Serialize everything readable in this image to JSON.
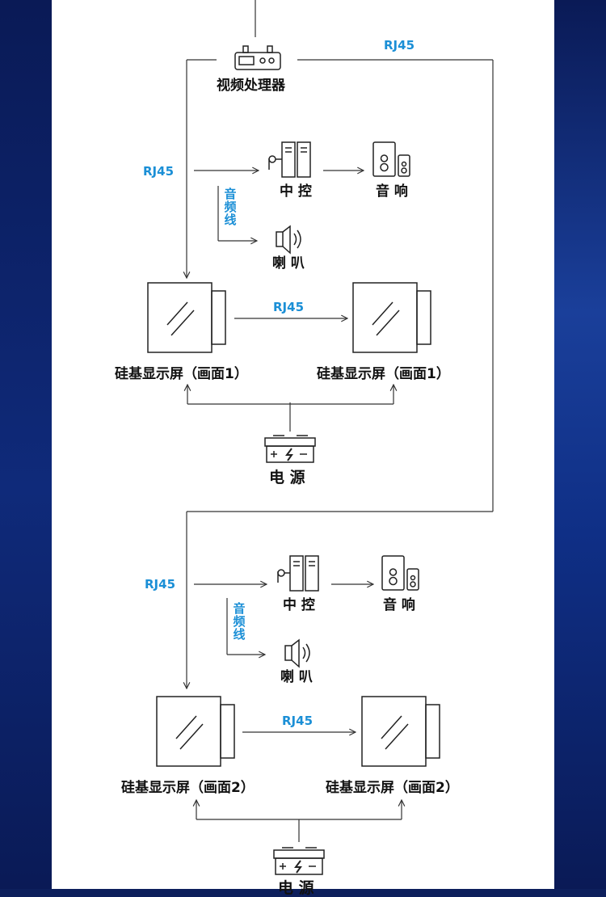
{
  "colors": {
    "accent": "#1b8fd6",
    "background": "#0d1f5c",
    "line": "#333333"
  },
  "top": {
    "processor_label": "视频处理器",
    "rj45_right": "RJ45"
  },
  "group1": {
    "rj45_in": "RJ45",
    "control_label": "中 控",
    "audio_label": "音 响",
    "audio_line": "音频线",
    "speaker_label": "喇 叭",
    "screen_link": "RJ45",
    "screen_left_label": "硅基显示屏（画面1）",
    "screen_right_label": "硅基显示屏（画面1）",
    "power_label": "电 源"
  },
  "group2": {
    "rj45_in": "RJ45",
    "control_label": "中 控",
    "audio_label": "音 响",
    "audio_line": "音频线",
    "speaker_label": "喇 叭",
    "screen_link": "RJ45",
    "screen_left_label": "硅基显示屏（画面2）",
    "screen_right_label": "硅基显示屏（画面2）",
    "power_label": "电 源"
  },
  "icons": [
    "video-processor-icon",
    "control-icon",
    "audio-icon",
    "speaker-icon",
    "screen-icon",
    "power-icon"
  ]
}
